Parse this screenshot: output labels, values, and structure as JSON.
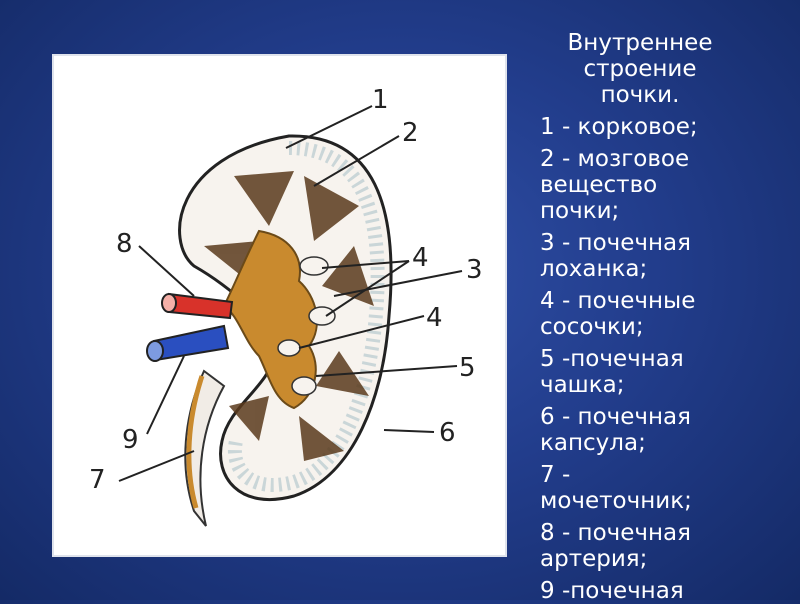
{
  "slide": {
    "title_lines": [
      "Внутреннее",
      "строение",
      "почки."
    ],
    "legend_items": [
      "1 - корковое;",
      "2 - мозговое\nвещество\nпочки;",
      "3 - почечная\nлоханка;",
      "4 - почечные\nсосочки;",
      "5 -почечная\nчашка;",
      "6 - почечная\nкапсула;",
      "7 -\nмочеточник;",
      "8 - почечная\nартерия;",
      "9 -почечная"
    ]
  },
  "figure": {
    "callout_numbers": [
      "1",
      "2",
      "3",
      "4",
      "4",
      "5",
      "6",
      "7",
      "8",
      "9"
    ]
  },
  "colors": {
    "background": "#223d8c",
    "text": "#ffffff",
    "artery": "#d8322a",
    "vein": "#2a4fc0",
    "pelvis": "#c98a2e",
    "pyramid": "#5a3a1c"
  }
}
